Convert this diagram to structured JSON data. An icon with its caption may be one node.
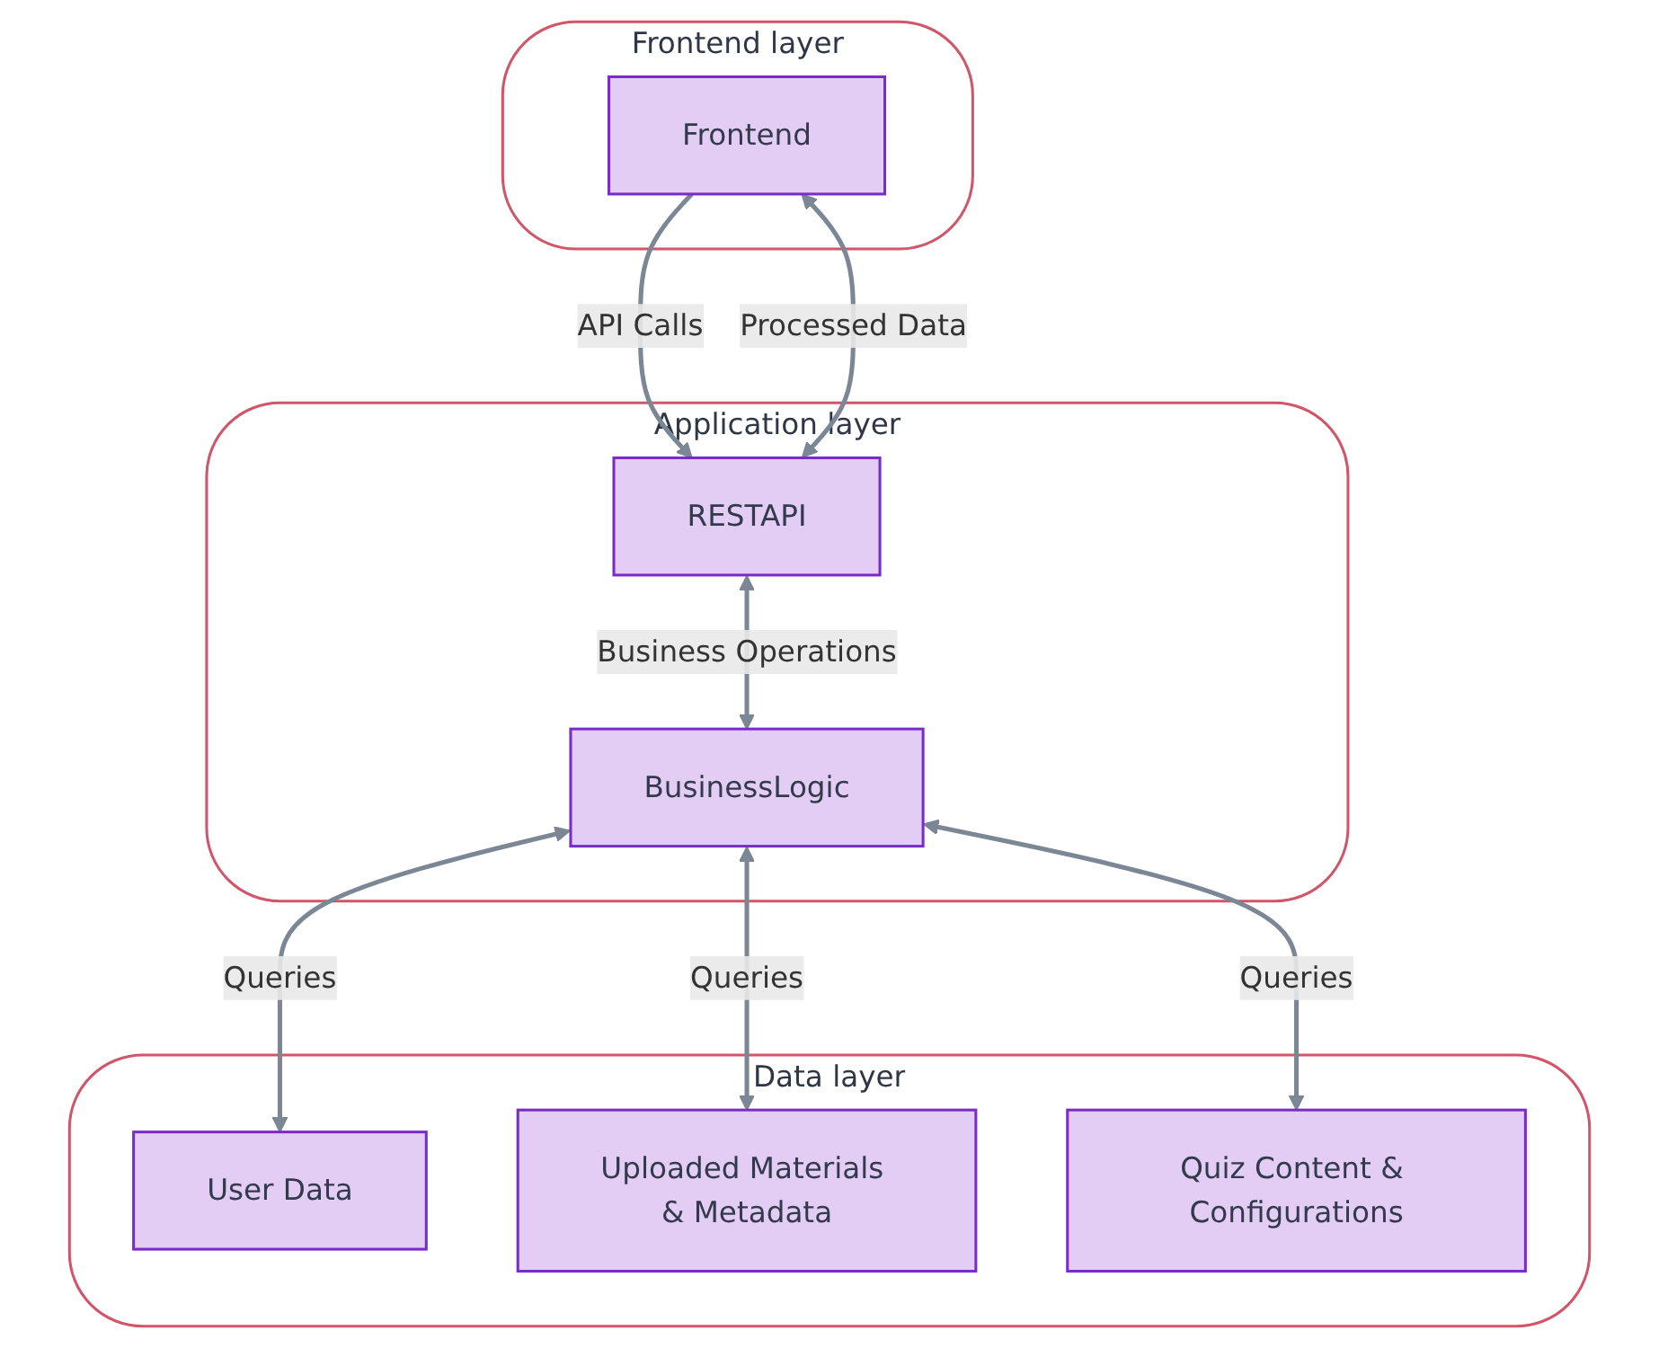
{
  "diagram": {
    "nodes": [
      {
        "text": [
          "Frontend layer"
        ]
      },
      {
        "text": [
          "Frontend"
        ],
        "in": 0
      },
      {
        "text": [
          "Application layer"
        ]
      },
      {
        "text": [
          "RESTAPI"
        ],
        "in": 2
      },
      {
        "text": [
          "BusinessLogic"
        ],
        "in": 2
      },
      {
        "text": [
          "Data layer"
        ]
      },
      {
        "text": [
          "User Data"
        ],
        "in": 5
      },
      {
        "text": [
          "Uploaded Materials & Metadata"
        ],
        "in": 5
      },
      {
        "text": [
          "Quiz Content & Configurations"
        ],
        "in": 5
      }
    ],
    "edges": [
      {
        "from": 1,
        "to": 3,
        "arrow": "to",
        "label": "API Calls"
      },
      {
        "from": 3,
        "to": 1,
        "arrow": "both",
        "label": "Processed Data"
      },
      {
        "from": 3,
        "to": 4,
        "arrow": "both",
        "label": "Business Operations"
      },
      {
        "from": 4,
        "to": 6,
        "arrow": "both",
        "label": "Queries"
      },
      {
        "from": 4,
        "to": 7,
        "arrow": "both",
        "label": "Queries"
      },
      {
        "from": 4,
        "to": 8,
        "arrow": "both",
        "label": "Queries"
      }
    ]
  }
}
